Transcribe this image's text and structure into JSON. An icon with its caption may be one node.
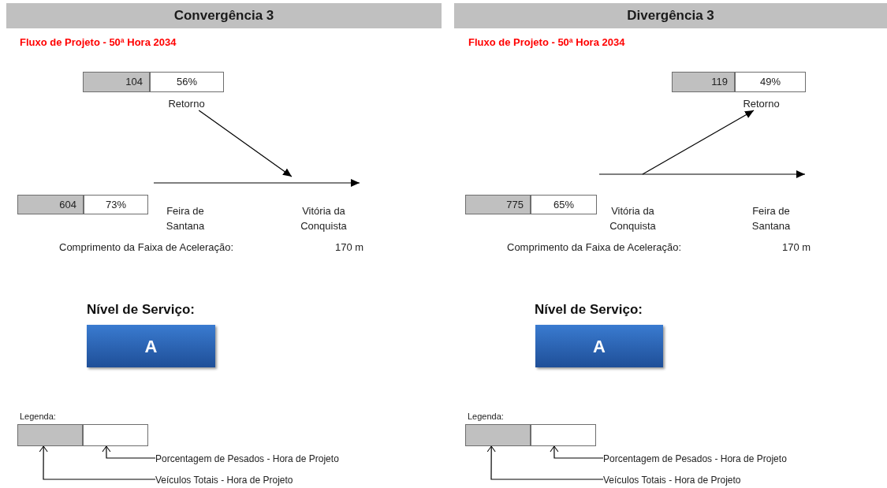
{
  "diagram": {
    "nodes": [
      {
        "text": [
          "Convergência 3"
        ]
      },
      {
        "text": [
          "104"
        ]
      },
      {
        "text": [
          "56%"
        ]
      },
      {
        "text": [
          "Retorno"
        ]
      },
      {
        "text": [
          "604"
        ]
      },
      {
        "text": [
          "73%"
        ]
      },
      {
        "text": [
          "Feira de Santana"
        ]
      },
      {
        "text": [
          "Vitória da Conquista"
        ]
      },
      {
        "text": [
          "A"
        ]
      },
      {
        "text": [],
        "shape": "box"
      },
      {
        "text": [],
        "shape": "box"
      },
      {
        "text": [
          "Porcentagem de Pesados - Hora de Projeto"
        ]
      },
      {
        "text": [
          "Veículos Totais - Hora de Projeto"
        ]
      },
      {
        "text": [
          "Divergência 3"
        ]
      },
      {
        "text": [
          "119"
        ]
      },
      {
        "text": [
          "49%"
        ]
      },
      {
        "text": [
          "Retorno"
        ]
      },
      {
        "text": [
          "775"
        ]
      },
      {
        "text": [
          "65%"
        ]
      },
      {
        "text": [
          "Vitória da Conquista"
        ]
      },
      {
        "text": [
          "Feira de Santana"
        ]
      },
      {
        "text": [
          "A"
        ]
      },
      {
        "text": [],
        "shape": "box"
      },
      {
        "text": [],
        "shape": "box"
      },
      {
        "text": [
          "Porcentagem de Pesados - Hora de Projeto"
        ]
      },
      {
        "text": [
          "Veículos Totais - Hora de Projeto"
        ]
      }
    ],
    "edges": [
      {
        "from": 3,
        "to": null,
        "arrow": "to"
      },
      {
        "from": null,
        "to": 7,
        "arrow": "to"
      },
      {
        "from": 11,
        "to": 10,
        "arrow": "to"
      },
      {
        "from": 12,
        "to": 9,
        "arrow": "to"
      },
      {
        "from": null,
        "to": 16,
        "arrow": "to"
      },
      {
        "from": null,
        "to": 20,
        "arrow": "to"
      },
      {
        "from": 24,
        "to": 23,
        "arrow": "to"
      },
      {
        "from": 25,
        "to": 22,
        "arrow": "to"
      }
    ],
    "labels": [
      "Fluxo de Projeto - 50ª Hora 2034",
      "Comprimento da Faixa de Aceleração:",
      "170 m",
      "Nível de Serviço:",
      "Legenda:",
      "Fluxo de Projeto - 50ª Hora 2034",
      "Comprimento da Faixa de Aceleração:",
      "170 m",
      "Nível de Serviço:",
      "Legenda:"
    ]
  }
}
